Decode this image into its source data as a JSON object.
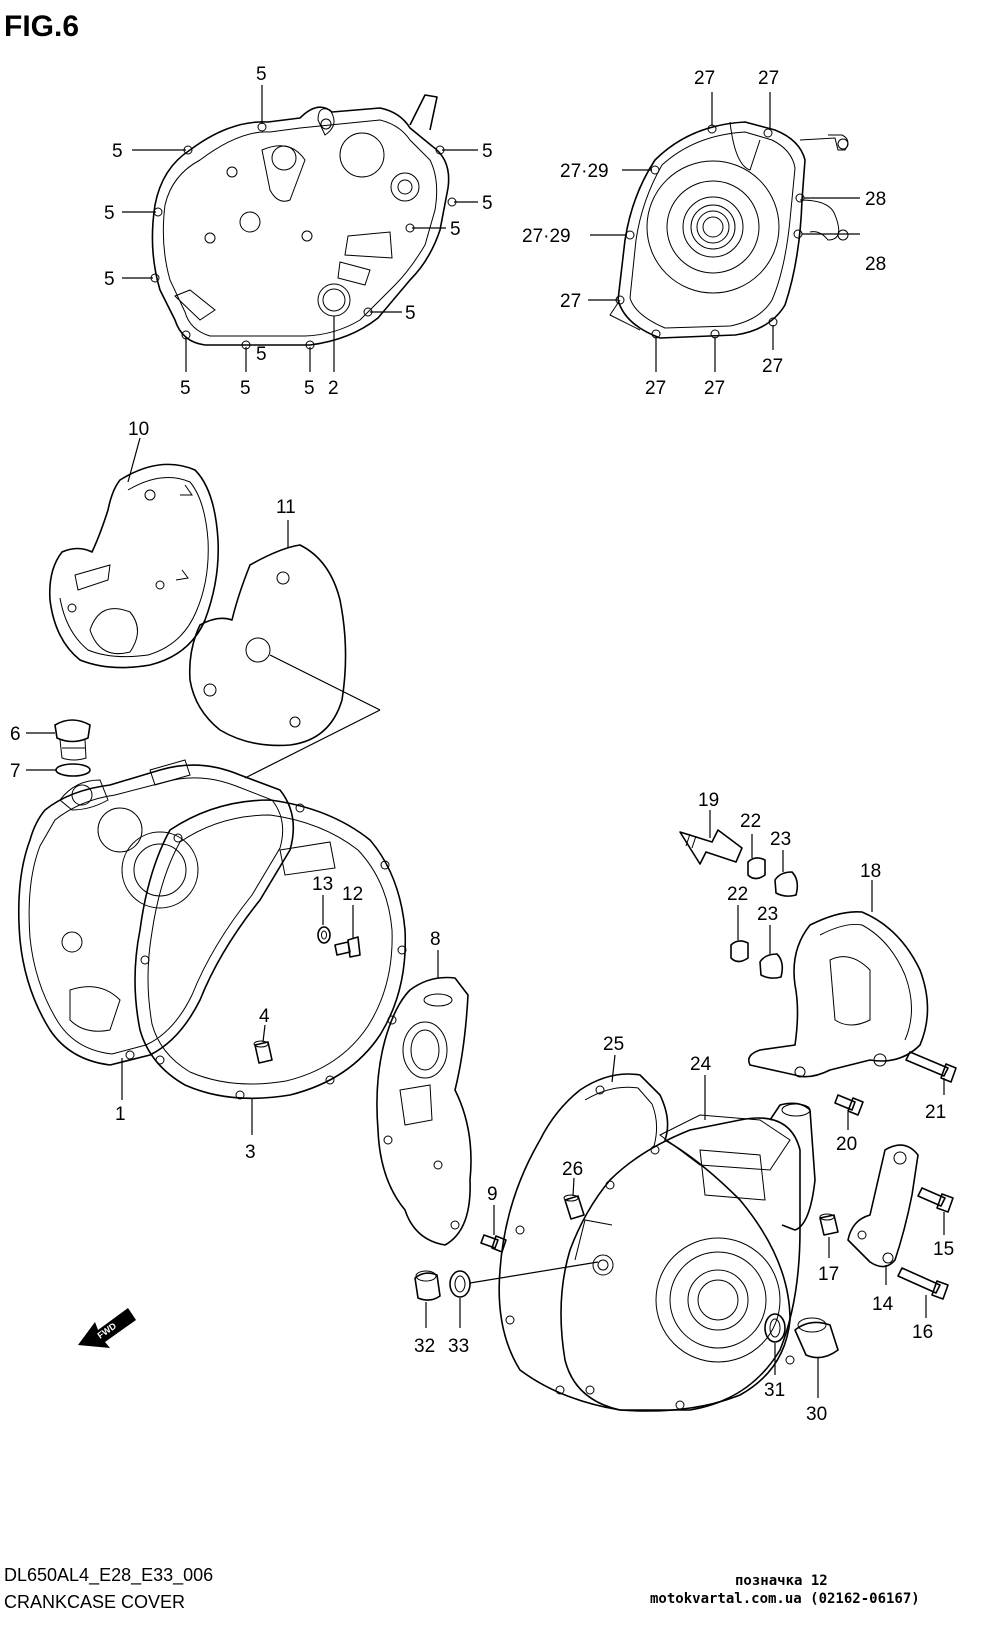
{
  "figure": {
    "title": "FIG.6",
    "model_code": "DL650AL4_E28_E33_006",
    "section": "CRANKCASE COVER",
    "fwd_label": "FWD"
  },
  "watermark": {
    "line1": "позначка 12",
    "line2": "motokvartal.com.ua (02162-06167)"
  },
  "callouts": {
    "c1": "5",
    "c2": "5",
    "c3": "5",
    "c4": "5",
    "c5": "5",
    "c6": "5",
    "c7": "5",
    "c8": "5",
    "c9": "5",
    "c10": "5",
    "c11": "5",
    "c12": "5",
    "c13": "2",
    "c14": "27",
    "c15": "27",
    "c16": "27·29",
    "c17": "27·29",
    "c18": "28",
    "c19": "28",
    "c20": "27",
    "c21": "27",
    "c22": "27",
    "c23": "27",
    "c24": "10",
    "c25": "11",
    "c26": "6",
    "c27": "7",
    "c28": "13",
    "c29": "12",
    "c30": "4",
    "c31": "1",
    "c32": "3",
    "c33": "8",
    "c34": "19",
    "c35": "22",
    "c36": "23",
    "c37": "22",
    "c38": "23",
    "c39": "18",
    "c40": "21",
    "c41": "20",
    "c42": "25",
    "c43": "24",
    "c44": "26",
    "c45": "9",
    "c46": "15",
    "c47": "17",
    "c48": "14",
    "c49": "16",
    "c50": "32",
    "c51": "33",
    "c52": "31",
    "c53": "30"
  }
}
